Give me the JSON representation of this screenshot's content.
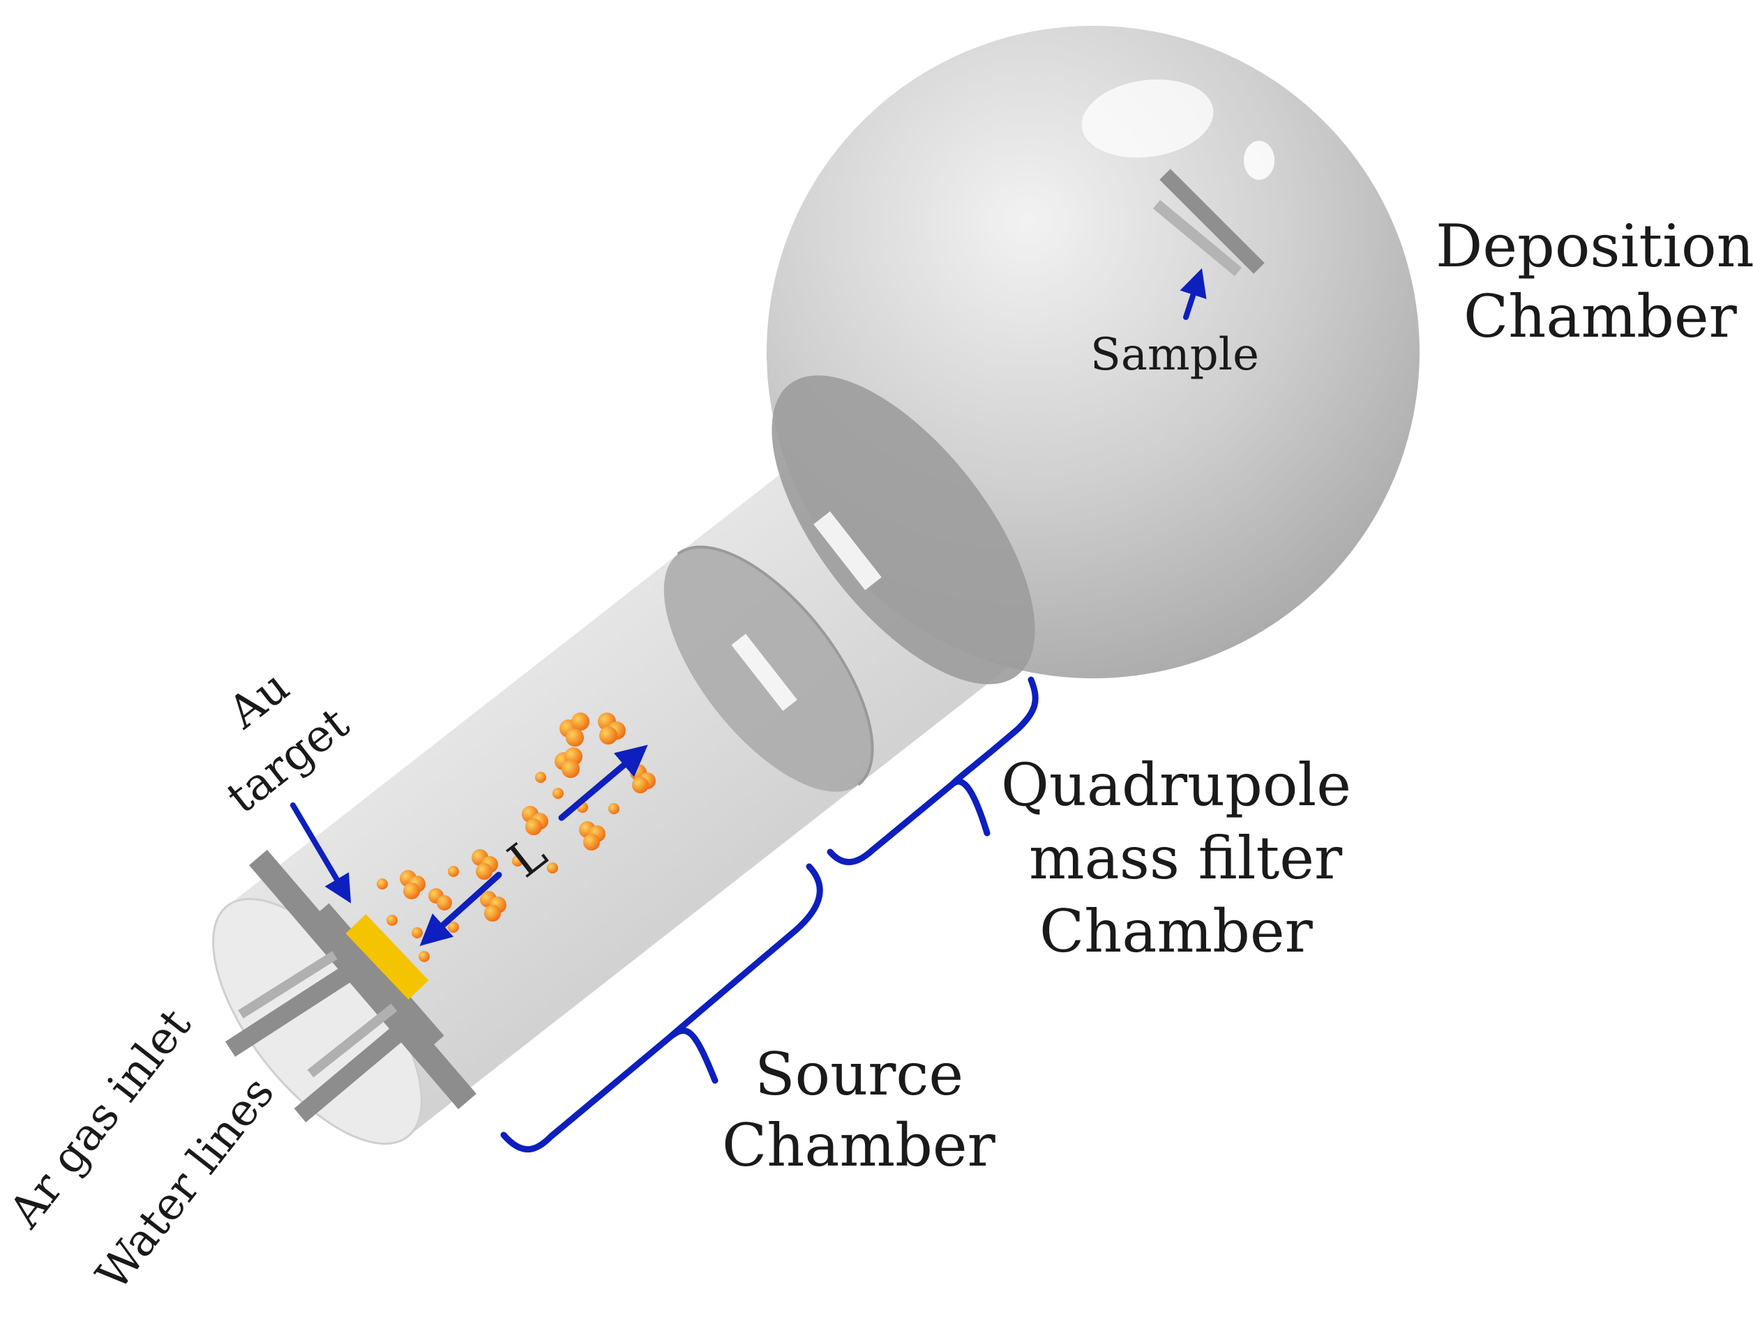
{
  "labels": {
    "deposition_line1": "Deposition",
    "deposition_line2": "Chamber",
    "sample": "Sample",
    "quadrupole_line1": "Quadrupole",
    "quadrupole_line2": "mass filter",
    "quadrupole_line3": "Chamber",
    "source_line1": "Source",
    "source_line2": "Chamber",
    "au_line1": "Au",
    "au_line2": "target",
    "ar_gas_inlet": "Ar gas inlet",
    "water_lines": "Water lines",
    "length_L": "L"
  },
  "colors": {
    "arrow_blue": "#0d1fbf",
    "target_gold": "#f5c400",
    "cluster_orange": "#f08a1c",
    "chamber_grey": "#d9d9d9",
    "sphere_grey": "#c8c8c8"
  }
}
